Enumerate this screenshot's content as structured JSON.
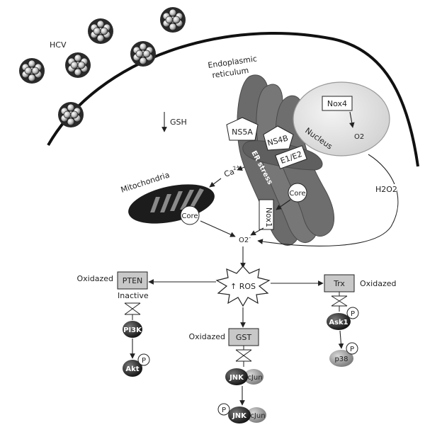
{
  "labels": {
    "hcv": "HCV",
    "er_line1": "Endoplasmic",
    "er_line2": "reticulum",
    "gsh": "GSH",
    "nucleus": "Nucleus",
    "nox4": "Nox4",
    "o2_nucleus": "O2",
    "ns5a": "NS5A",
    "ns4b": "NS4B",
    "e1e2": "E1/E2",
    "er_stress": "ER stress",
    "mitochondria": "Mitochondria",
    "ca": "Ca",
    "ca_sup": "2+",
    "core_er": "Core",
    "core_mito": "Core",
    "nox1": "Nox1",
    "h2o2": "H2O2",
    "o2_center": "O2",
    "o2_center_sup": "-",
    "ros": "↑ ROS",
    "pten_oxidazed": "Oxidazed",
    "pten": "PTEN",
    "inactive": "Inactive",
    "pi3k": "PI3K",
    "akt": "Akt",
    "p_akt": "P",
    "gst_oxidazed": "Oxidazed",
    "gst": "GST",
    "jnk1": "JNK",
    "cjun1": "cJun",
    "jnk2": "JNK",
    "cjun2": "cJun",
    "p_jnk": "P",
    "trx": "Trx",
    "trx_oxidazed": "Oxidazed",
    "ask1": "Ask1",
    "p_ask1": "P",
    "p38": "p38",
    "p_p38": "P"
  },
  "colors": {
    "er": "#6b6b6b",
    "nucleus": "#e6e6e6",
    "mito_outer": "#1c1c1c",
    "mito_cristae": "#8a8a8a",
    "box_fill": "#c8c8c8",
    "virus_shell": "#2a2a2a"
  }
}
